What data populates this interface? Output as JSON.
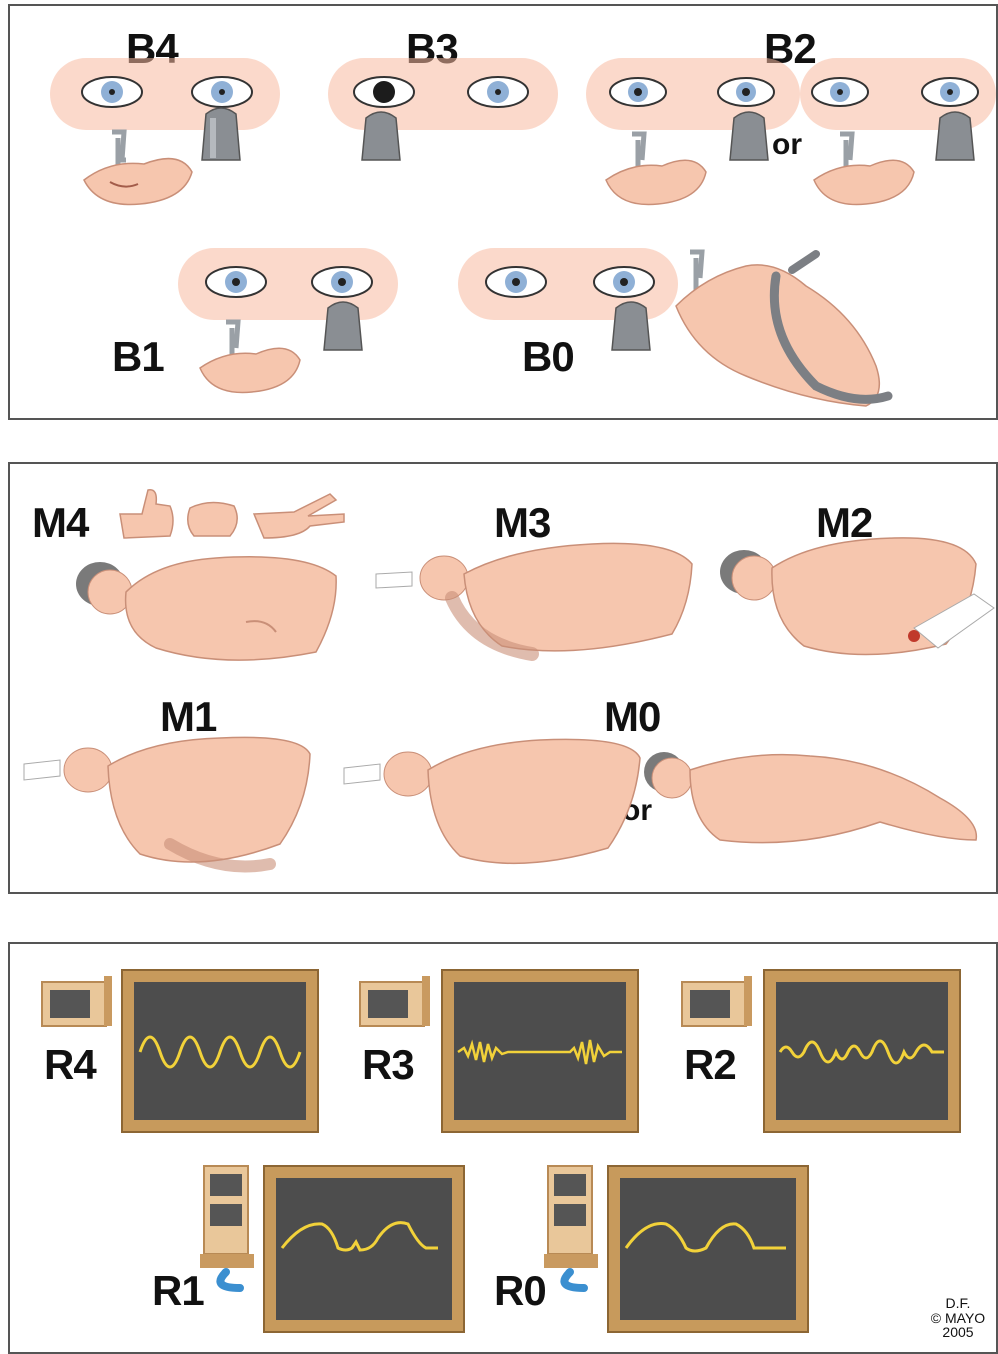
{
  "brainstem_panel": {
    "labels": {
      "b4": "B4",
      "b3": "B3",
      "b2": "B2",
      "b1": "B1",
      "b0": "B0"
    },
    "or_text": "or"
  },
  "motor_panel": {
    "labels": {
      "m4": "M4",
      "m3": "M3",
      "m2": "M2",
      "m1": "M1",
      "m0": "M0"
    },
    "or_text": "or"
  },
  "respiration_panel": {
    "labels": {
      "r4": "R4",
      "r3": "R3",
      "r2": "R2",
      "r1": "R1",
      "r0": "R0"
    }
  },
  "credit": {
    "line1": "D.F.",
    "line2": "© MAYO",
    "line3": "2005"
  },
  "colors": {
    "skin": "#f6c6ae",
    "skin_glow": "#f7b9a0",
    "iris": "#8fb0d6",
    "monitor_screen": "#4d4d4d",
    "monitor_frame": "#c79a5c",
    "waveform": "#f2d23a",
    "ventilator": "#e9c79a",
    "probe": "#8a8e93"
  },
  "icons": [
    "eye-icon",
    "light-probe-icon",
    "swab-icon",
    "mouth-icon",
    "hand-gesture-icon",
    "patient-figure-icon",
    "ventilator-icon",
    "monitor-icon"
  ]
}
